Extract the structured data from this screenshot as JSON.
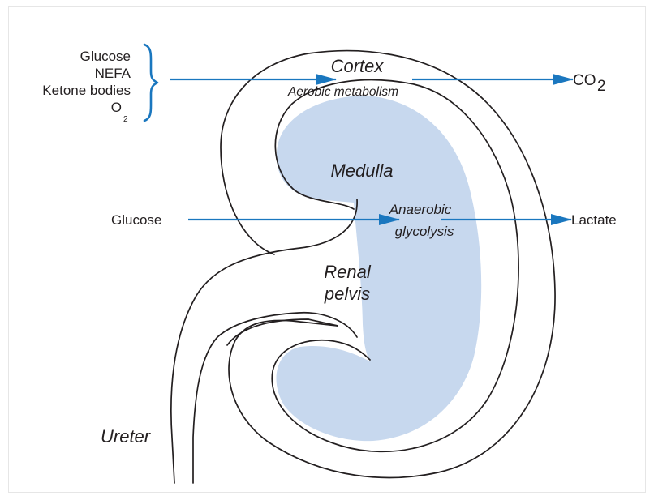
{
  "colors": {
    "arrow": "#1a77bf",
    "medulla_fill": "#c7d8ee",
    "outline": "#231f20"
  },
  "inputs_top": {
    "glucose": "Glucose",
    "nefa": "NEFA",
    "ketone_bodies": "Ketone bodies",
    "oxygen": "O",
    "oxygen_sub": "2"
  },
  "cortex": {
    "label": "Cortex",
    "process": "Aerobic metabolism",
    "output": "CO",
    "output_sub": "2"
  },
  "medulla": {
    "label": "Medulla",
    "input": "Glucose",
    "process_line1": "Anaerobic",
    "process_line2": "glycolysis",
    "output": "Lactate"
  },
  "renal_pelvis": {
    "line1": "Renal",
    "line2": "pelvis"
  },
  "ureter": {
    "label": "Ureter"
  }
}
